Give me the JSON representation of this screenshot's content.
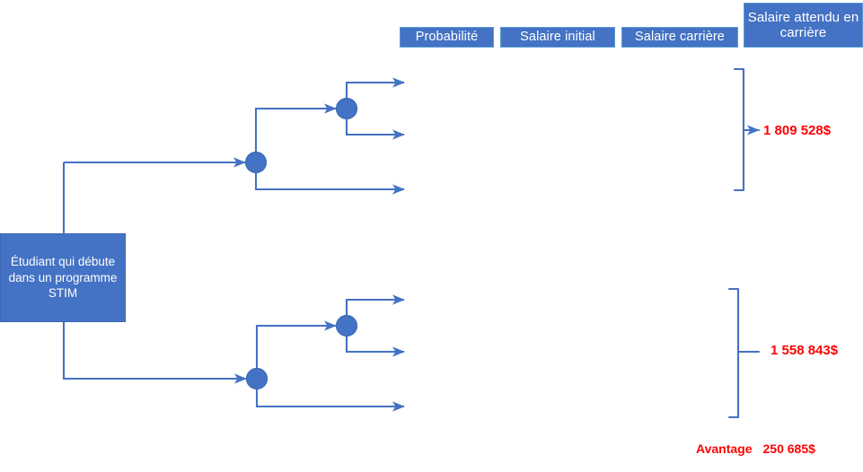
{
  "headers": {
    "probabilite": "Probabilité",
    "salaire_initial": "Salaire initial",
    "salaire_carriere": "Salaire carrière",
    "salaire_attendu_carriere": "Salaire attendu en carrière"
  },
  "root": {
    "label": "Étudiant qui débute dans un programme STIM"
  },
  "results": {
    "top_branch_value": "1 809 528$",
    "bottom_branch_value": "1 558 843$",
    "advantage_label": "Avantage",
    "advantage_value": "250 685$"
  },
  "colors": {
    "node_blue": "#4472C4",
    "line_blue": "#4472C4",
    "header_border": "#5B9BD5",
    "result_red": "#FF0000",
    "background": "#FFFFFF"
  }
}
